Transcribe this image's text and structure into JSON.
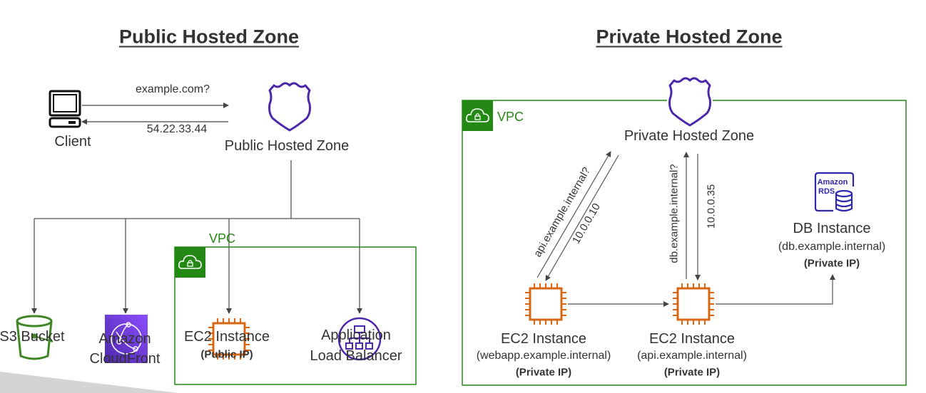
{
  "public": {
    "title": "Public Hosted Zone",
    "client_label": "Client",
    "query_label": "example.com?",
    "answer_label": "54.22.33.44",
    "zone_label": "Public Hosted Zone",
    "vpc_label": "VPC",
    "targets": [
      {
        "lines": [
          "S3 Bucket"
        ],
        "icon": "s3-bucket-icon"
      },
      {
        "lines": [
          "Amazon",
          "CloudFront"
        ],
        "icon": "cloudfront-icon"
      },
      {
        "lines": [
          "EC2 Instance"
        ],
        "note": "(Public IP)",
        "icon": "ec2-chip-icon"
      },
      {
        "lines": [
          "Application",
          "Load Balancer"
        ],
        "icon": "load-balancer-icon"
      }
    ]
  },
  "private": {
    "title": "Private Hosted Zone",
    "vpc_label": "VPC",
    "zone_label": "Private Hosted Zone",
    "api_query": "api.example.internal?",
    "api_answer": "10.0.0.10",
    "db_query": "db.example.internal?",
    "db_answer": "10.0.0.35",
    "webapp": {
      "title": "EC2 Instance",
      "host": "(webapp.example.internal)",
      "note": "(Private IP)"
    },
    "api": {
      "title": "EC2 Instance",
      "host": "(api.example.internal)",
      "note": "(Private IP)"
    },
    "db": {
      "title": "DB Instance",
      "host": "(db.example.internal)",
      "note": "(Private IP)",
      "icon_text": [
        "Amazon",
        "RDS"
      ]
    }
  },
  "colors": {
    "vpc_green": "#248814",
    "route53_purple": "#4d27aa",
    "ec2_orange": "#d86613",
    "s3_green": "#3f8624",
    "cloudfront_purple": "#8c4fff",
    "line_gray": "#555555"
  }
}
